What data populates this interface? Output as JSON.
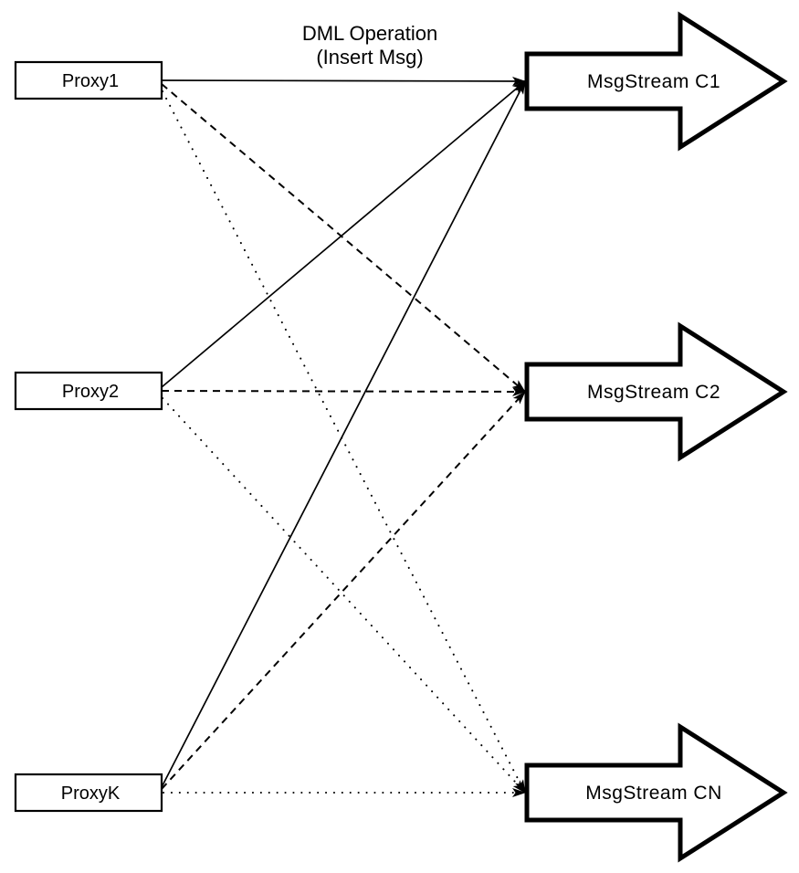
{
  "title": {
    "line1": "DML Operation",
    "line2": "(Insert Msg)"
  },
  "proxies": [
    {
      "label": "Proxy1"
    },
    {
      "label": "Proxy2"
    },
    {
      "label": "ProxyK"
    }
  ],
  "streams": [
    {
      "label": "MsgStream C1"
    },
    {
      "label": "MsgStream C2"
    },
    {
      "label": "MsgStream CN"
    }
  ],
  "edges": [
    {
      "from": "Proxy1",
      "to": "MsgStream C1",
      "style": "solid"
    },
    {
      "from": "Proxy1",
      "to": "MsgStream C2",
      "style": "dashed"
    },
    {
      "from": "Proxy1",
      "to": "MsgStream CN",
      "style": "dotted"
    },
    {
      "from": "Proxy2",
      "to": "MsgStream C1",
      "style": "solid"
    },
    {
      "from": "Proxy2",
      "to": "MsgStream C2",
      "style": "dashed"
    },
    {
      "from": "Proxy2",
      "to": "MsgStream CN",
      "style": "dotted"
    },
    {
      "from": "ProxyK",
      "to": "MsgStream C1",
      "style": "solid"
    },
    {
      "from": "ProxyK",
      "to": "MsgStream C2",
      "style": "dashed"
    },
    {
      "from": "ProxyK",
      "to": "MsgStream CN",
      "style": "dotted"
    }
  ],
  "colors": {
    "stroke": "#000000",
    "fill": "#ffffff",
    "background": "#ffffff"
  }
}
